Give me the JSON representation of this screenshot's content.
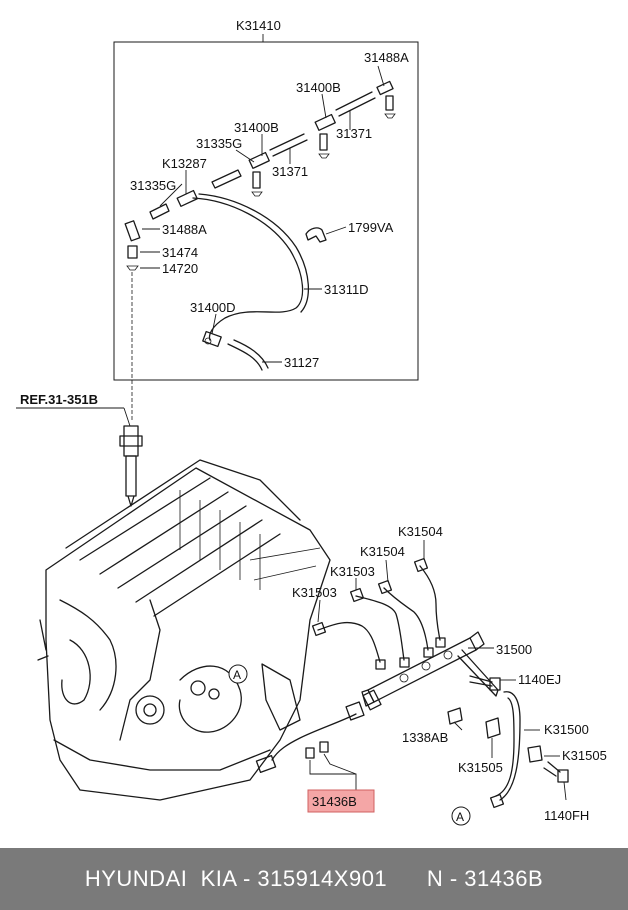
{
  "labels": {
    "k31410": "K31410",
    "p31488a_top": "31488A",
    "p31400b_1": "31400B",
    "p31400b_2": "31400B",
    "p31371_1": "31371",
    "p31371_2": "31371",
    "p31335g_1": "31335G",
    "p31335g_2": "31335G",
    "k13287": "K13287",
    "p31488a_bot": "31488A",
    "p1799va": "1799VA",
    "p31474": "31474",
    "p14720": "14720",
    "p31311d": "31311D",
    "p31400d": "31400D",
    "p31127": "31127",
    "ref": "REF.31-351B",
    "k31504_1": "K31504",
    "k31504_2": "K31504",
    "k31503_1": "K31503",
    "k31503_2": "K31503",
    "p31500": "31500",
    "p1140ej": "1140EJ",
    "k31500": "K31500",
    "p1338ab": "1338AB",
    "k31505_1": "K31505",
    "k31505_2": "K31505",
    "p1140fh": "1140FH",
    "p31436b": "31436B",
    "marker_a1": "A",
    "marker_a2": "A"
  },
  "colors": {
    "highlight": "#f4a6a6",
    "footer_bg": "#7a7a7a",
    "footer_text": "#ffffff"
  },
  "footer": {
    "text": "HYUNDAI  KIA - 315914X901      N - 31436B"
  }
}
